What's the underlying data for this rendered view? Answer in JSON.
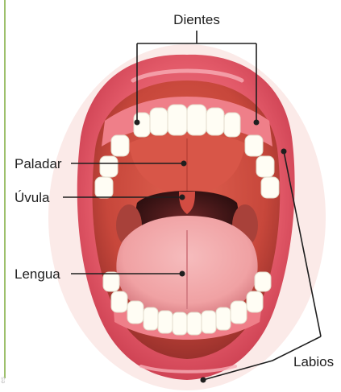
{
  "labels": {
    "dientes": "Dientes",
    "paladar": "Paladar",
    "uvula": "Úvula",
    "lengua": "Lengua",
    "labios": "Labios"
  },
  "edge_text": "es",
  "colors": {
    "background": "#ffffff",
    "lip": "#e35a69",
    "lip_highlight": "#f7aeb7",
    "mouth_interior": "#c7473b",
    "palate": "#d85648",
    "throat": "#4f1d1d",
    "tongue": "#f0a1a3",
    "tooth": "#fffdf4",
    "gum": "#ef7f89",
    "leader_line": "#1f1f1f",
    "margin_line": "#9dc06c"
  }
}
